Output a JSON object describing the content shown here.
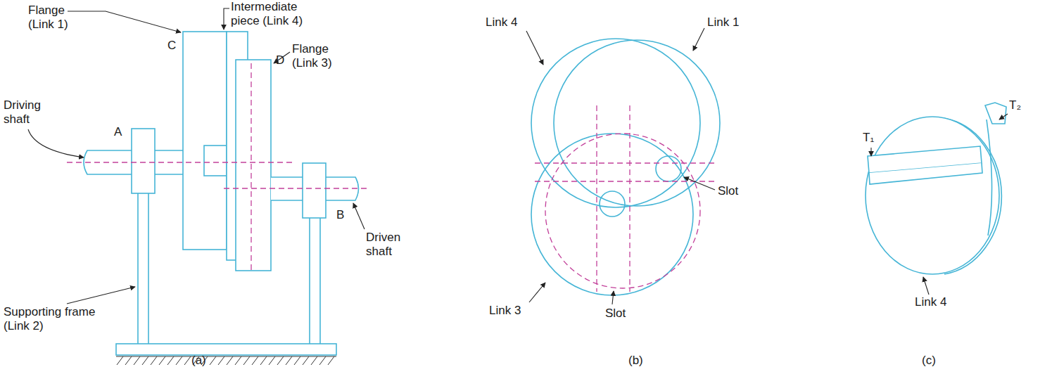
{
  "diagram": {
    "labels": [
      "Flange (Link 1)",
      "Intermediate piece (Link 4)",
      "C",
      "Driving shaft",
      "A",
      "D",
      "Flange (Link 3)",
      "B",
      "Driven shaft",
      "Supporting frame (Link 2)",
      "(a)",
      "Link 4",
      "Link 1",
      "Slot",
      "Link 3",
      "Slot",
      "(b)",
      "T₁",
      "T₂",
      "Link 4",
      "(c)"
    ]
  }
}
